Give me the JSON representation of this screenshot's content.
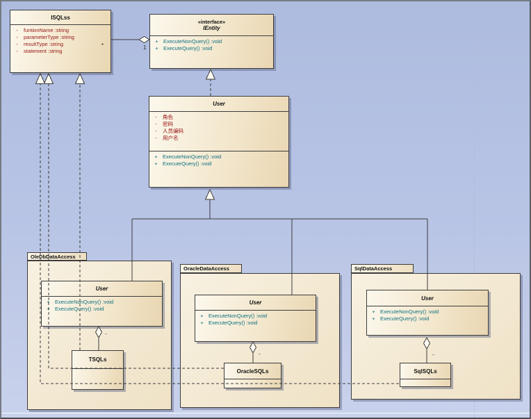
{
  "canvas": {
    "type": "uml-class-diagram"
  },
  "packages": [
    {
      "name": "OleDbDataAccess"
    },
    {
      "name": "OracleDataAccess"
    },
    {
      "name": "SqlDataAccess"
    }
  ],
  "classes": {
    "isqlss": {
      "name": "ISQLss",
      "attributes": [
        {
          "v": "-",
          "t": "funtionName :string"
        },
        {
          "v": "-",
          "t": "parameterType :string"
        },
        {
          "v": "-",
          "t": "resultType :string"
        },
        {
          "v": "-",
          "t": "statement :string"
        }
      ]
    },
    "ientity": {
      "stereotype": "«interface»",
      "name": "IEntity",
      "operations": [
        {
          "v": "+",
          "t": "ExecuteNonQuery() :void"
        },
        {
          "v": "+",
          "t": "ExecuteQuery() :void"
        }
      ]
    },
    "user": {
      "name": "User",
      "attributes": [
        {
          "v": "-",
          "t": "角色"
        },
        {
          "v": "-",
          "t": "密码"
        },
        {
          "v": "-",
          "t": "人员编码"
        },
        {
          "v": "-",
          "t": "用户名"
        }
      ],
      "operations": [
        {
          "v": "+",
          "t": "ExecuteNonQuery() :void"
        },
        {
          "v": "+",
          "t": "ExecuteQuery() :void"
        }
      ]
    },
    "oledb_user": {
      "name": "User",
      "operations": [
        {
          "v": "+",
          "t": "ExecuteNonQuery() :void"
        },
        {
          "v": "+",
          "t": "ExecuteQuery() :void"
        }
      ]
    },
    "oracle_user": {
      "name": "User",
      "operations": [
        {
          "v": "+",
          "t": "ExecuteNonQuery() :void"
        },
        {
          "v": "+",
          "t": "ExecuteQuery() :void"
        }
      ]
    },
    "sql_user": {
      "name": "User",
      "operations": [
        {
          "v": "+",
          "t": "ExecuteNonQuery() :void"
        },
        {
          "v": "+",
          "t": "ExecuteQuery() :void"
        }
      ]
    },
    "tsqls": {
      "name": "TSQLs"
    },
    "oraclesqls": {
      "name": "OracleSQLs"
    },
    "sqlsqls": {
      "name": "SqlSQLs"
    }
  },
  "connector_labels": {
    "aggregation_source_multiplicity": "*",
    "aggregation_target_multiplicity": "1",
    "tsqls_role": "-",
    "oraclesqls_role": "-",
    "sqlsqls_role": "-"
  },
  "colors": {
    "attribute_text": "#961414",
    "operation_text": "#0f7080",
    "box_border": "#3c3c3c",
    "box_fill": "#f7efdd",
    "background": "#b7c3e4"
  }
}
